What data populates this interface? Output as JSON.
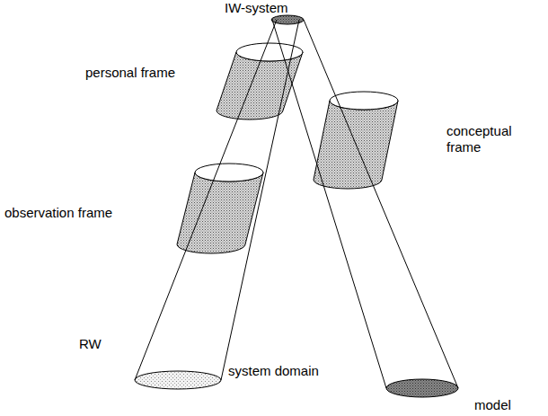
{
  "diagram": {
    "labels": [
      "IW-system",
      "personal frame",
      "observation frame",
      "conceptual frame",
      "RW",
      "system domain",
      "model"
    ]
  }
}
